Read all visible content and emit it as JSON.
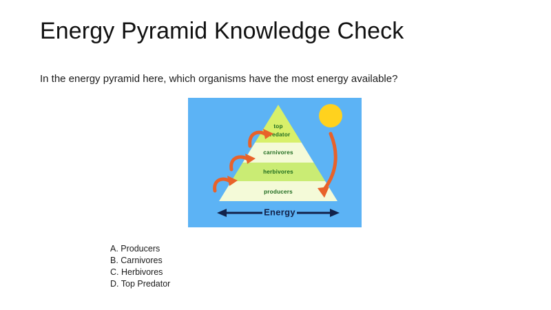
{
  "slide": {
    "title": "Energy Pyramid Knowledge Check",
    "question": "In the energy pyramid here, which organisms have the most energy available?",
    "background_color": "#ffffff",
    "title_color": "#111111"
  },
  "figure": {
    "name": "energy-pyramid-diagram",
    "background_color": "#5cb3f5",
    "sun_color": "#ffd21e",
    "arrow_color": "#e8622a",
    "label_color": "#1f6b1f",
    "energy_axis_label": "Energy",
    "energy_axis_color": "#12224a",
    "tiers": [
      {
        "label": "top predator",
        "level": 4,
        "fill": "#d8f06a"
      },
      {
        "label": "carnivores",
        "level": 3,
        "fill": "#f4fad8"
      },
      {
        "label": "herbivores",
        "level": 2,
        "fill": "#caec74"
      },
      {
        "label": "producers",
        "level": 1,
        "fill": "#f4fad8"
      }
    ],
    "icons": {
      "sun": "sun-icon",
      "energy_flow_arrows": "curved-arrow-icon",
      "sunlight_arrow": "curved-arrow-icon",
      "energy_axis_arrows": "double-headed-arrow-icon"
    }
  },
  "answers": {
    "options": [
      {
        "key": "A.",
        "text": "Producers",
        "full": "A. Producers"
      },
      {
        "key": "B.",
        "text": "Carnivores",
        "full": "B. Carnivores"
      },
      {
        "key": "C.",
        "text": "Herbivores",
        "full": "C. Herbivores"
      },
      {
        "key": "D.",
        "text": "Top Predator",
        "full": "D. Top Predator"
      }
    ]
  }
}
